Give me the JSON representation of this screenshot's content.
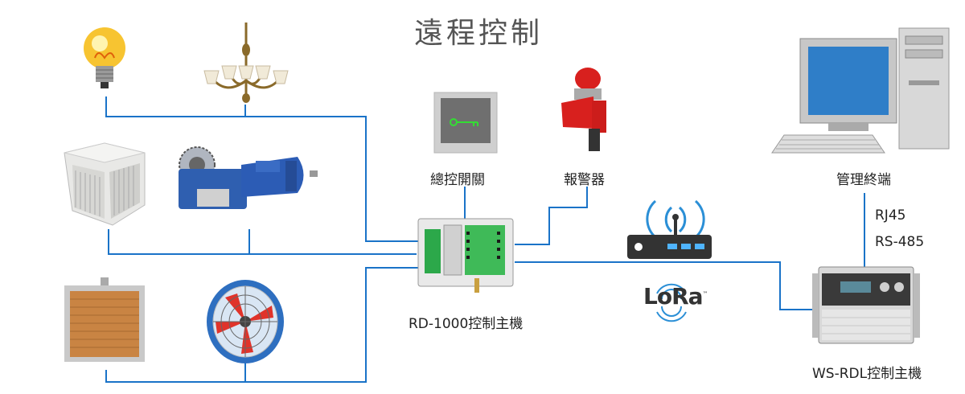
{
  "title": "遠程控制",
  "labels": {
    "master_switch": "總控開關",
    "alarm": "報警器",
    "management_terminal": "管理終端",
    "rj45": "RJ45",
    "rs485": "RS-485",
    "rd1000": "RD-1000控制主機",
    "ws_rdl": "WS-RDL控制主機"
  },
  "lora": {
    "text": "LoRa",
    "tm": "™"
  },
  "colors": {
    "link_line": "#1a73c8",
    "title_text": "#555555"
  },
  "icons": [
    "light-bulb-icon",
    "chandelier-icon",
    "evaporative-cooler-icon",
    "gear-motor-icon",
    "cooling-pad-icon",
    "axial-fan-icon",
    "master-switch-icon",
    "alarm-siren-icon",
    "computer-icon",
    "router-icon",
    "rd1000-controller-icon",
    "ws-rdl-controller-icon"
  ]
}
